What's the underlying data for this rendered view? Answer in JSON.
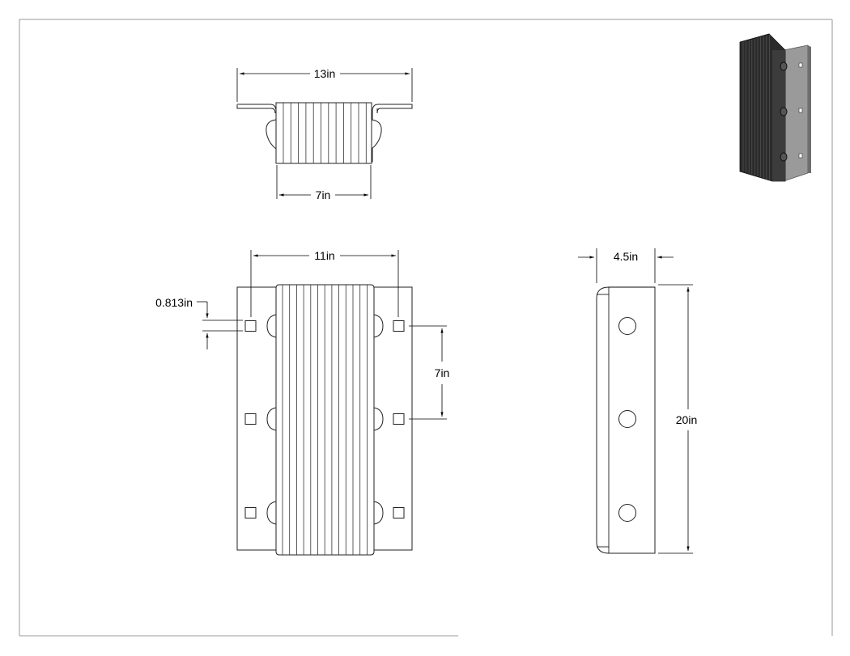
{
  "views": {
    "top": {
      "overall_width": "13in",
      "pad_width": "7in"
    },
    "front": {
      "bolt_span": "11in",
      "edge_offset": "0.813in",
      "hole_spacing": "7in"
    },
    "side": {
      "depth": "4.5in",
      "height": "20in"
    },
    "iso": {
      "body_color": "#2b2b2b",
      "plate_color": "#8a8a8a"
    }
  }
}
